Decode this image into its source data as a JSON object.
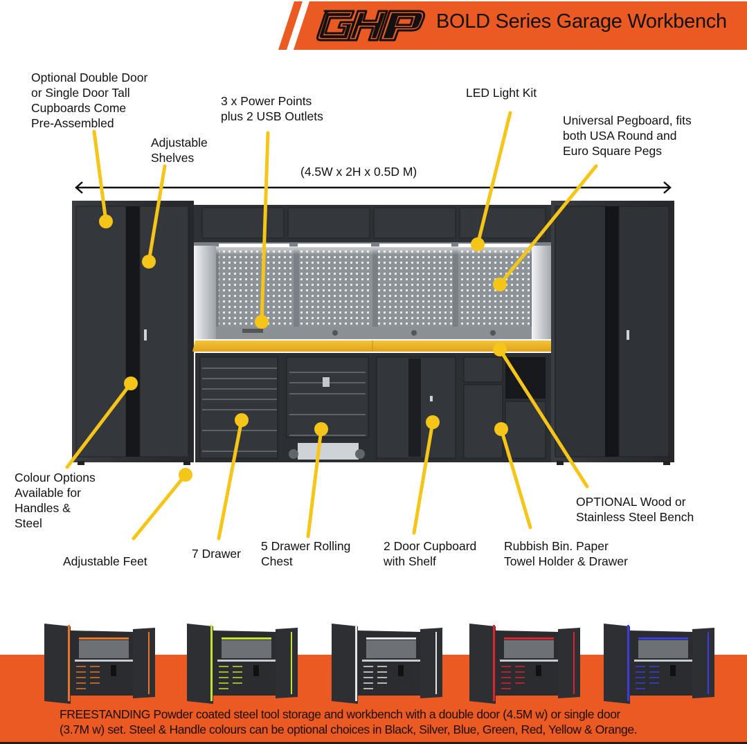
{
  "header": {
    "brand_logo": "GHP",
    "title": "BOLD Series Garage Workbench",
    "accent_color": "#ec5a24"
  },
  "dimensions": "(4.5W x 2H x 0.5D  M)",
  "callouts": {
    "tall_cupboards": [
      "Optional Double Door",
      "or Single Door Tall",
      "Cupboards Come",
      "Pre-Assembled"
    ],
    "adjustable_shelves": [
      "Adjustable",
      "Shelves"
    ],
    "power_points": [
      "3 x Power Points",
      "plus 2 USB Outlets"
    ],
    "led_light": [
      "LED Light Kit"
    ],
    "pegboard": [
      "Universal Pegboard, fits",
      "both USA Round and",
      "Euro Square Pegs"
    ],
    "colour_options": [
      "Colour Options",
      "Available for",
      "Handles &",
      "Steel"
    ],
    "adjustable_feet": [
      "Adjustable Feet"
    ],
    "seven_drawer": [
      "7 Drawer"
    ],
    "rolling_chest": [
      "5 Drawer Rolling",
      "Chest"
    ],
    "two_door_cupboard": [
      "2 Door Cupboard",
      "with Shelf"
    ],
    "rubbish_bin": [
      "Rubbish Bin. Paper",
      "Towel Holder & Drawer"
    ],
    "bench_top": [
      "OPTIONAL Wood or",
      "Stainless Steel Bench"
    ]
  },
  "pointer_color": "#f5c518",
  "variants": [
    {
      "name": "Orange",
      "color": "#e8762a"
    },
    {
      "name": "Green",
      "color": "#c6e234"
    },
    {
      "name": "Silver",
      "color": "#e6e6e6"
    },
    {
      "name": "Red",
      "color": "#d9262e"
    },
    {
      "name": "Blue",
      "color": "#3b3de0"
    }
  ],
  "footer": {
    "line1": "FREESTANDING Powder coated steel tool storage and workbench with a double door (4.5M w) or single door",
    "line2": "(3.7M w) set. Steel & Handle colours can be optional choices in Black, Silver, Blue, Green, Red, Yellow & Orange."
  }
}
